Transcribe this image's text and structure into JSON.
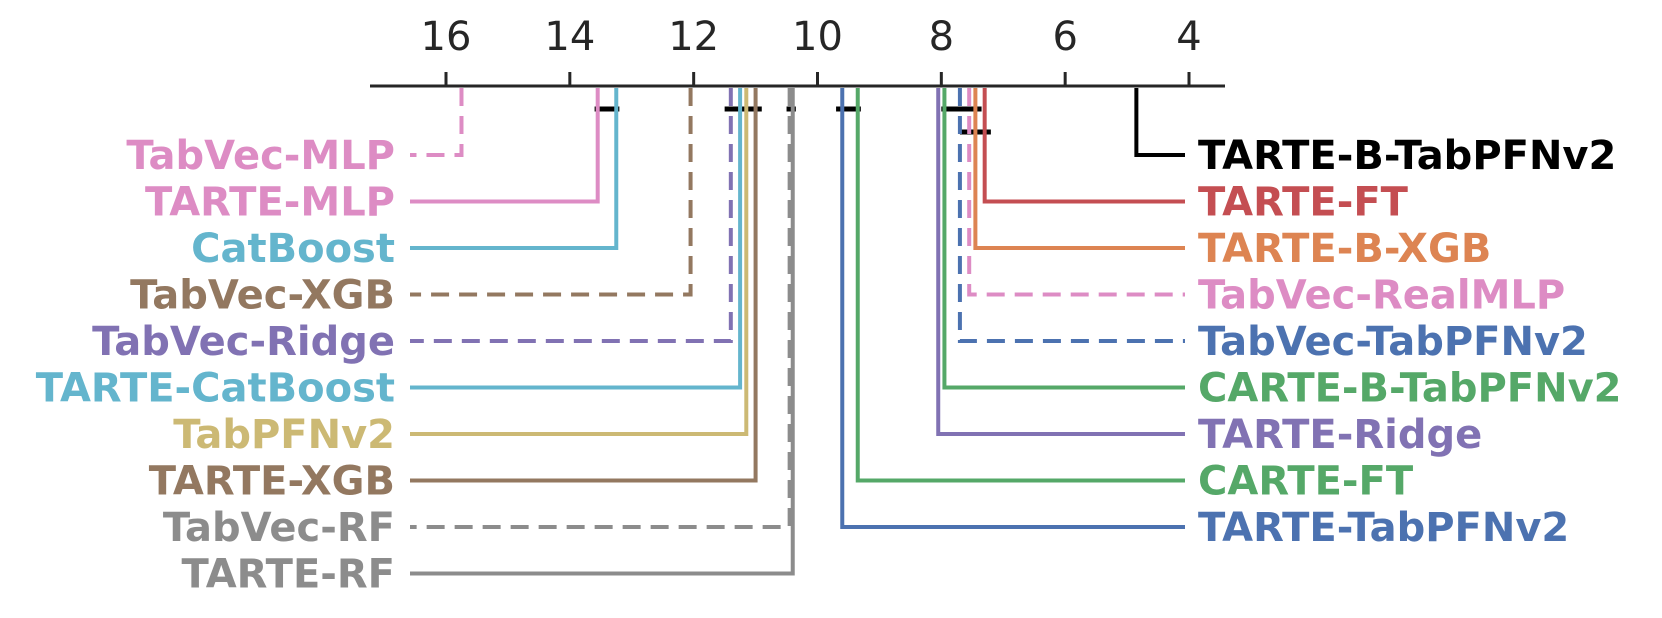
{
  "chart_data": {
    "type": "critical-difference",
    "title": "",
    "xlabel": "",
    "ylabel": "",
    "axis": {
      "ticks": [
        16,
        14,
        12,
        10,
        8,
        6,
        4
      ],
      "range": [
        17.2,
        3.5
      ],
      "reversed": true
    },
    "left_methods": [
      {
        "name": "TabVec-MLP",
        "rank": 15.75,
        "color": "#dd8cc4",
        "dashed": true
      },
      {
        "name": "TARTE-MLP",
        "rank": 13.55,
        "color": "#dd8cc4",
        "dashed": false
      },
      {
        "name": "CatBoost",
        "rank": 13.25,
        "color": "#64b5cd",
        "dashed": false
      },
      {
        "name": "TabVec-XGB",
        "rank": 12.05,
        "color": "#937860",
        "dashed": true
      },
      {
        "name": "TabVec-Ridge",
        "rank": 11.4,
        "color": "#8172b3",
        "dashed": true
      },
      {
        "name": "TARTE-CatBoost",
        "rank": 11.25,
        "color": "#64b5cd",
        "dashed": false
      },
      {
        "name": "TabPFNv2",
        "rank": 11.15,
        "color": "#ccb974",
        "dashed": false
      },
      {
        "name": "TARTE-XGB",
        "rank": 11.0,
        "color": "#937860",
        "dashed": false
      },
      {
        "name": "TabVec-RF",
        "rank": 10.45,
        "color": "#8c8c8c",
        "dashed": true
      },
      {
        "name": "TARTE-RF",
        "rank": 10.4,
        "color": "#8c8c8c",
        "dashed": false
      }
    ],
    "right_methods": [
      {
        "name": "TARTE-B-TabPFNv2",
        "rank": 4.85,
        "color": "#000000",
        "dashed": false
      },
      {
        "name": "TARTE-FT",
        "rank": 7.3,
        "color": "#c44e52",
        "dashed": false
      },
      {
        "name": "TARTE-B-XGB",
        "rank": 7.45,
        "color": "#dd8452",
        "dashed": false
      },
      {
        "name": "TabVec-RealMLP",
        "rank": 7.55,
        "color": "#dd8cc4",
        "dashed": true
      },
      {
        "name": "TabVec-TabPFNv2",
        "rank": 7.7,
        "color": "#4c72b0",
        "dashed": true
      },
      {
        "name": "CARTE-B-TabPFNv2",
        "rank": 7.95,
        "color": "#55a868",
        "dashed": false
      },
      {
        "name": "TARTE-Ridge",
        "rank": 8.05,
        "color": "#8172b3",
        "dashed": false
      },
      {
        "name": "CARTE-FT",
        "rank": 9.35,
        "color": "#55a868",
        "dashed": false
      },
      {
        "name": "TARTE-TabPFNv2",
        "rank": 9.6,
        "color": "#4c72b0",
        "dashed": false
      }
    ],
    "cliques": [
      {
        "from": 13.6,
        "to": 13.2,
        "row": 0
      },
      {
        "from": 11.5,
        "to": 10.9,
        "row": 0
      },
      {
        "from": 10.5,
        "to": 10.35,
        "row": 0
      },
      {
        "from": 9.7,
        "to": 9.3,
        "row": 0
      },
      {
        "from": 8.0,
        "to": 7.35,
        "row": 0
      },
      {
        "from": 7.7,
        "to": 7.2,
        "row": 1
      }
    ]
  }
}
